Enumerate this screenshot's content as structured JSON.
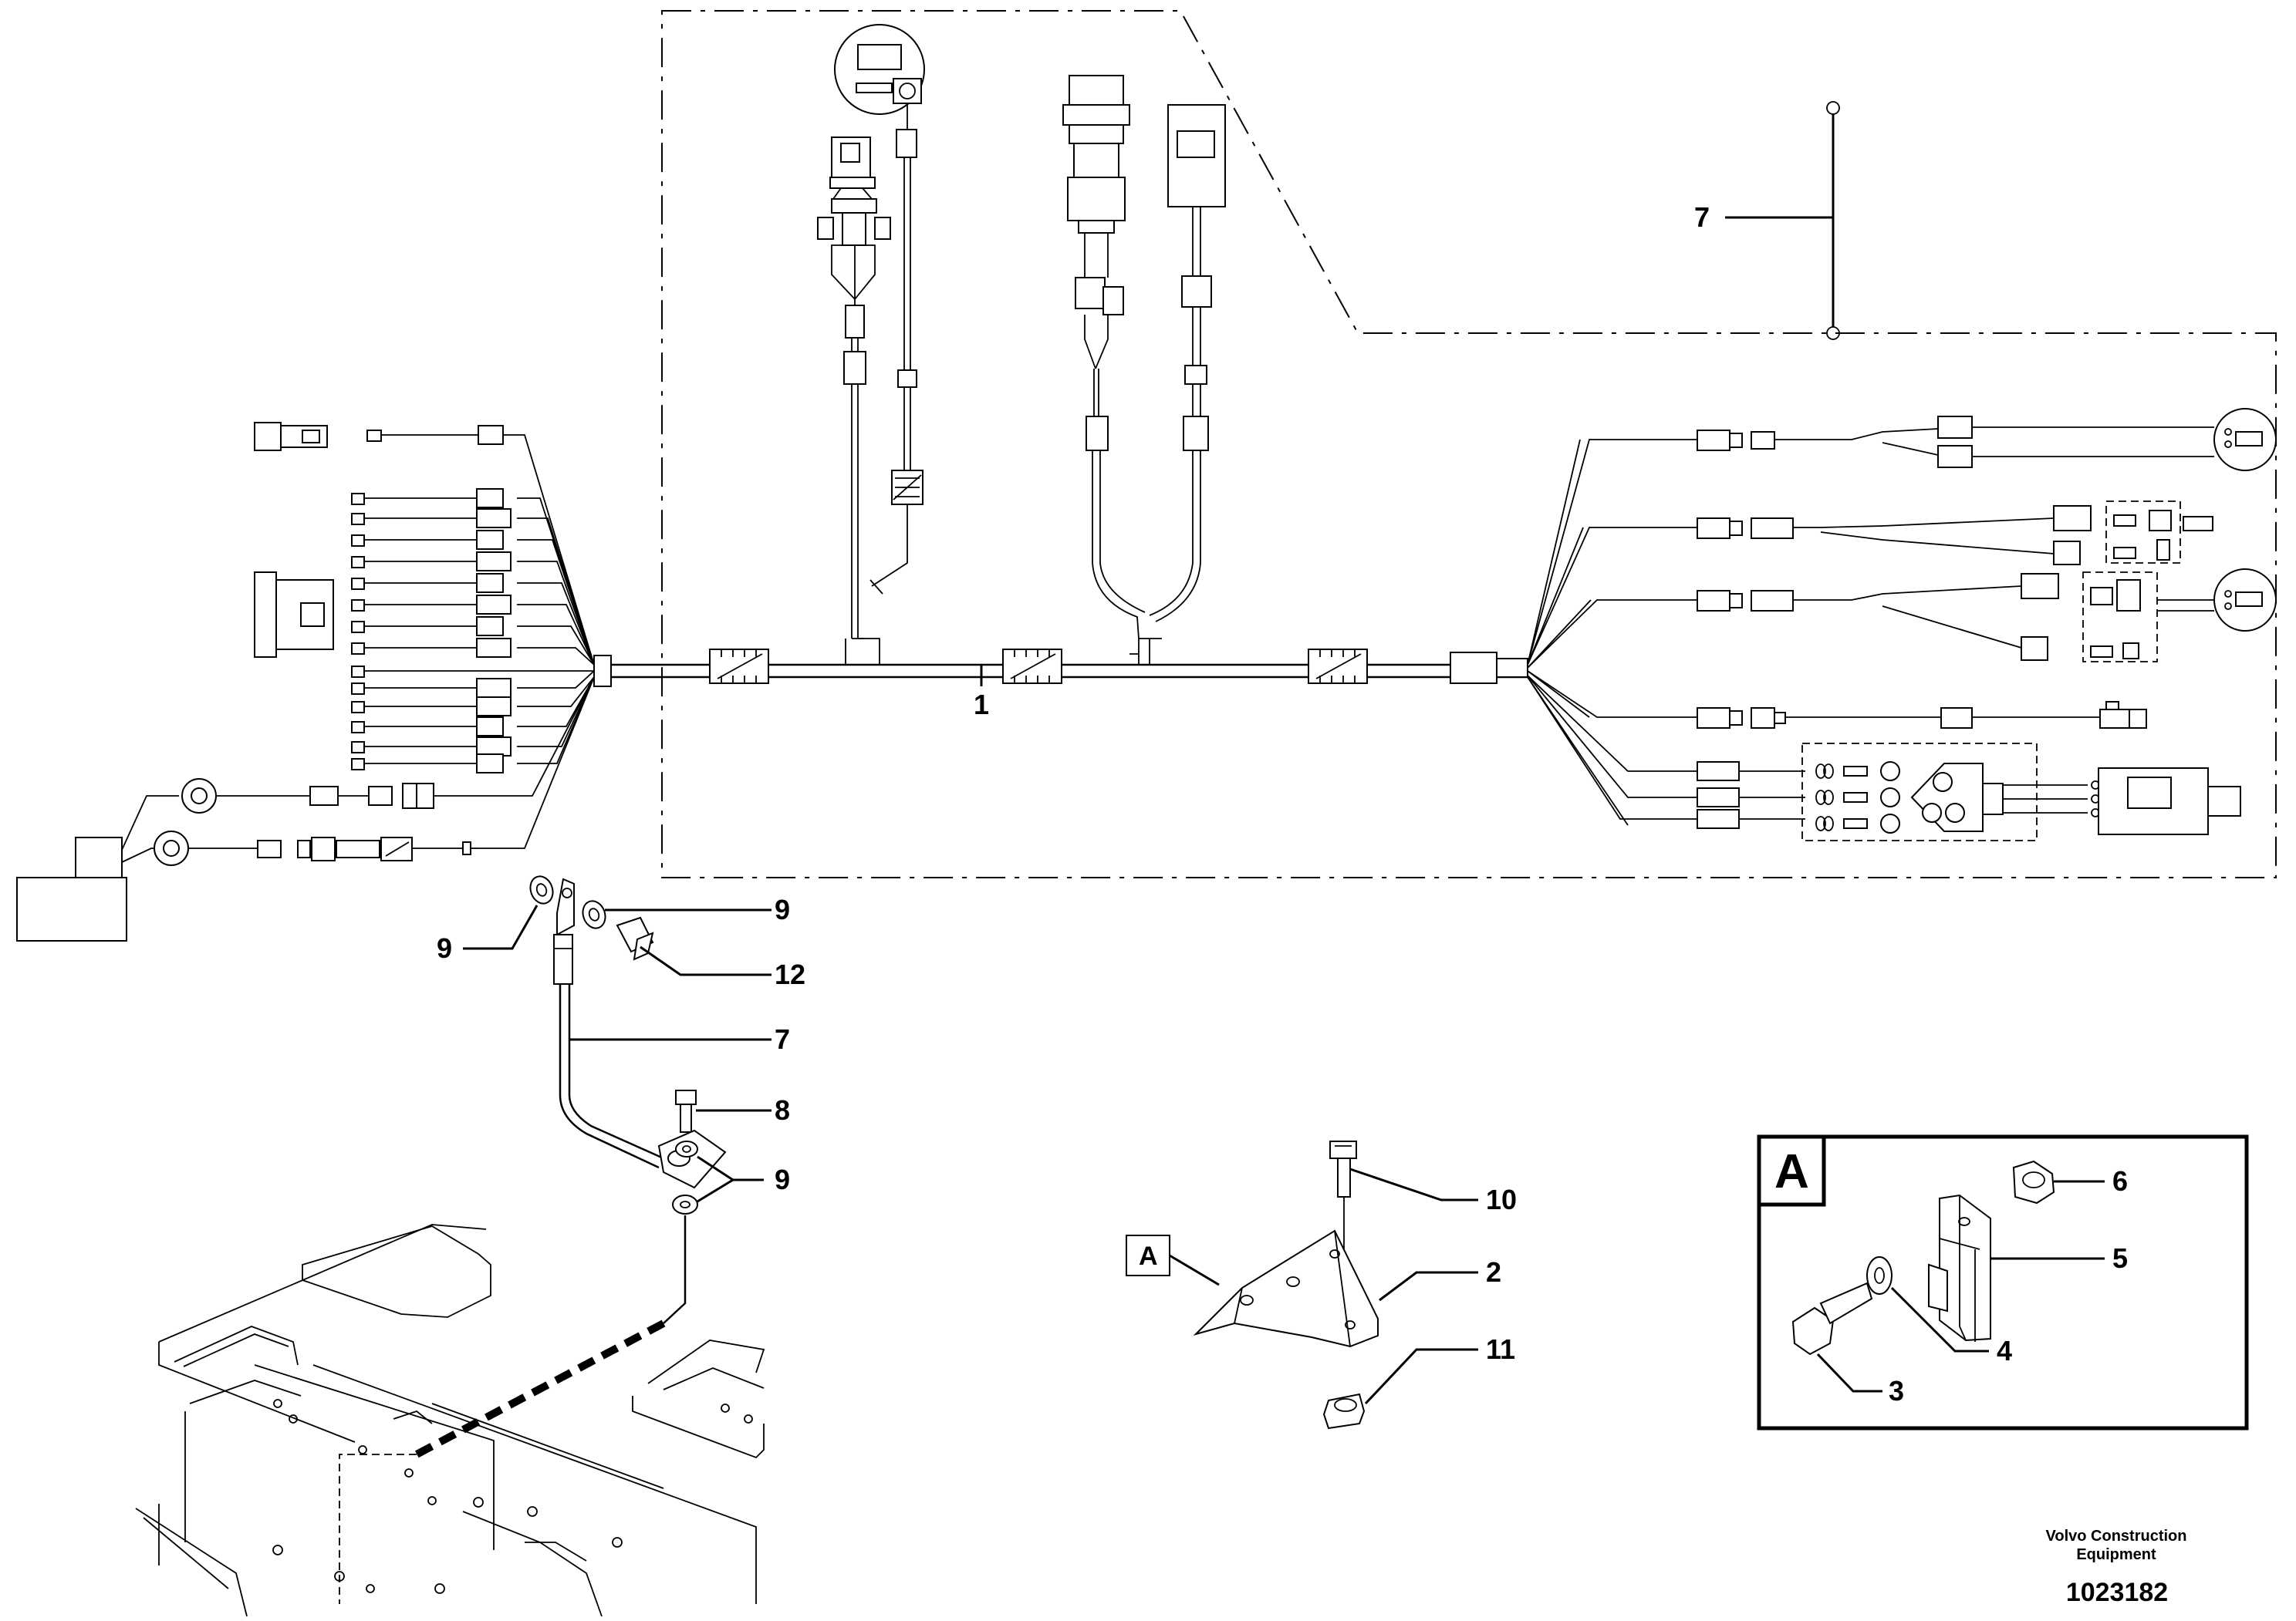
{
  "diagram": {
    "callouts": {
      "harness": "1",
      "bracket": "2",
      "bolt_detail": "3",
      "washer_detail": "4",
      "clip_detail": "5",
      "nut_detail": "6",
      "cable_top": "7",
      "cable_mid": "7",
      "screw": "8",
      "washer_left": "9",
      "washer_right": "9",
      "washer_lower": "9",
      "bolt_top": "10",
      "nut_bottom": "11",
      "bolt_cable": "12"
    },
    "detail_view": {
      "label": "A",
      "reference_label": "A"
    },
    "footer": {
      "company_line1": "Volvo Construction",
      "company_line2": "Equipment",
      "document_number": "1023182"
    }
  }
}
